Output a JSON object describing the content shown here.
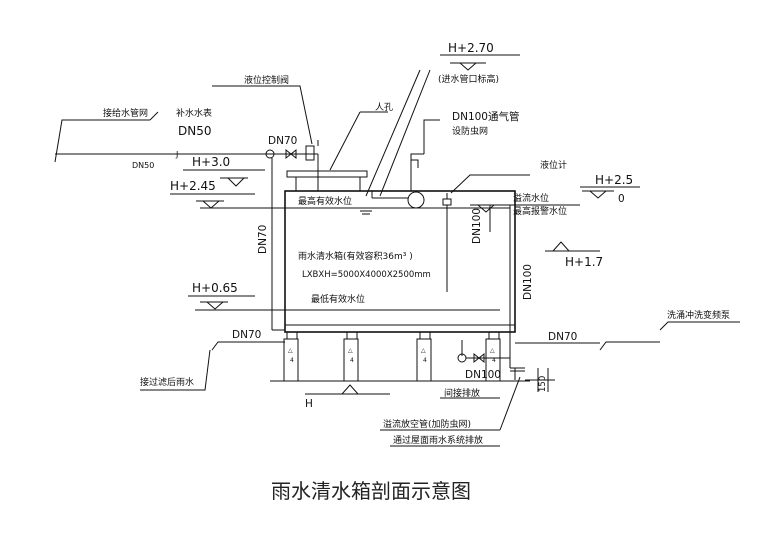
{
  "title": "雨水清水箱剖面示意图",
  "labels": {
    "inlet_level": "H+2.70",
    "inlet_level_note": "(进水管口标高)",
    "level_control_valve": "液位控制阀",
    "manhole": "人孔",
    "vent_pipe": "DN100通气管",
    "vent_pipe_mesh": "设防虫网",
    "municipal_main": "接给水管网",
    "makeup_meter": "补水水表",
    "makeup_dn": "DN50",
    "makeup_pipe_dn": "DN50",
    "makeup_j": "J",
    "inlet_dn": "DN70",
    "top_level": "H+3.0",
    "level_gauge": "液位计",
    "overflow_level_value": "H+2.5",
    "overflow_level_zero": "0",
    "overflow_level": "溢流水位",
    "max_alarm_level": "最高报警水位",
    "max_eff_value": "H+2.45",
    "max_eff_level": "最高有效水位",
    "overflow_dn_inner": "DN100",
    "level_1_7": "H+1.7",
    "left_pipe_dn": "DN70",
    "tank_name": "雨水清水箱(有效容积36m³ )",
    "tank_size": "LXBXH=5000X4000X2500mm",
    "overflow_dn_outer": "DN100",
    "min_level_value": "H+0.65",
    "min_eff_level": "最低有效水位",
    "outlet_dn_right": "DN70",
    "flush_pump": "洗涌冲洗变频泵",
    "left_bottom_dn": "DN70",
    "drain_dn": "DN100",
    "from_filter": "接过滤后雨水",
    "base_level": "H",
    "indirect_drain": "间接排放",
    "gap_dim": "150",
    "overflow_drain": "溢流放空管(加防虫网)",
    "roof_drain": "通过屋面雨水系统排放"
  }
}
